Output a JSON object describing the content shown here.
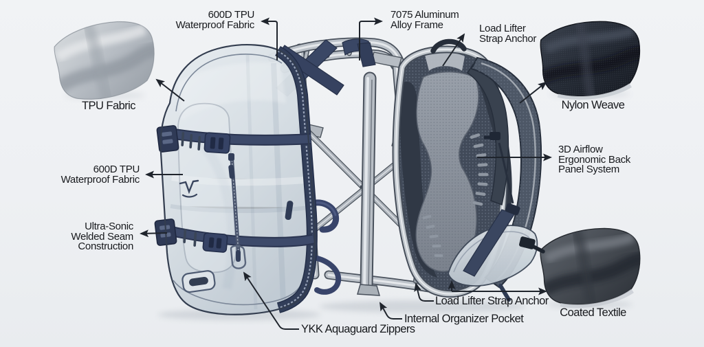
{
  "scene": {
    "description": "Exploded technical illustration of a travel backpack with material callouts",
    "background": "#eef0f3"
  },
  "palette": {
    "callout_line": "#1f242c",
    "callout_text": "#17191d",
    "front_panel_fabric": "#d6dde3",
    "webbing_navy": "#38446a",
    "frame_silver": "#b8bec5",
    "back_mesh": "#414a59",
    "pad_gray": "#8d949e",
    "swatch_silver": "#b6bcc3",
    "swatch_navy": "#232833",
    "swatch_charcoal": "#43484f"
  },
  "labels": {
    "fabric_top": {
      "lines": [
        "600D TPU",
        "Waterproof Fabric"
      ]
    },
    "alloy_frame": {
      "lines": [
        "7075 Aluminum",
        "Alloy Frame"
      ]
    },
    "load_lifter_top": {
      "lines": [
        "Load Lifter",
        "Strap Anchor"
      ]
    },
    "tpu_fabric": {
      "lines": [
        "TPU Fabric"
      ]
    },
    "fabric_left": {
      "lines": [
        "600D TPU",
        "Waterproof Fabric"
      ]
    },
    "ultrasonic": {
      "lines": [
        "Ultra-Sonic",
        "Welded Seam",
        "Construction"
      ]
    },
    "nylon_weave": {
      "lines": [
        "Nylon Weave"
      ]
    },
    "airflow": {
      "lines": [
        "3D Airflow",
        "Ergonomic Back",
        "Panel System"
      ]
    },
    "load_lifter_bottom": {
      "lines": [
        "Load Lifter Strap Anchor"
      ]
    },
    "organizer": {
      "lines": [
        "Internal Organizer Pocket"
      ]
    },
    "ykk": {
      "lines": [
        "YKK Aquaguard Zippers"
      ]
    },
    "coated_textile": {
      "lines": [
        "Coated Textile"
      ]
    }
  }
}
